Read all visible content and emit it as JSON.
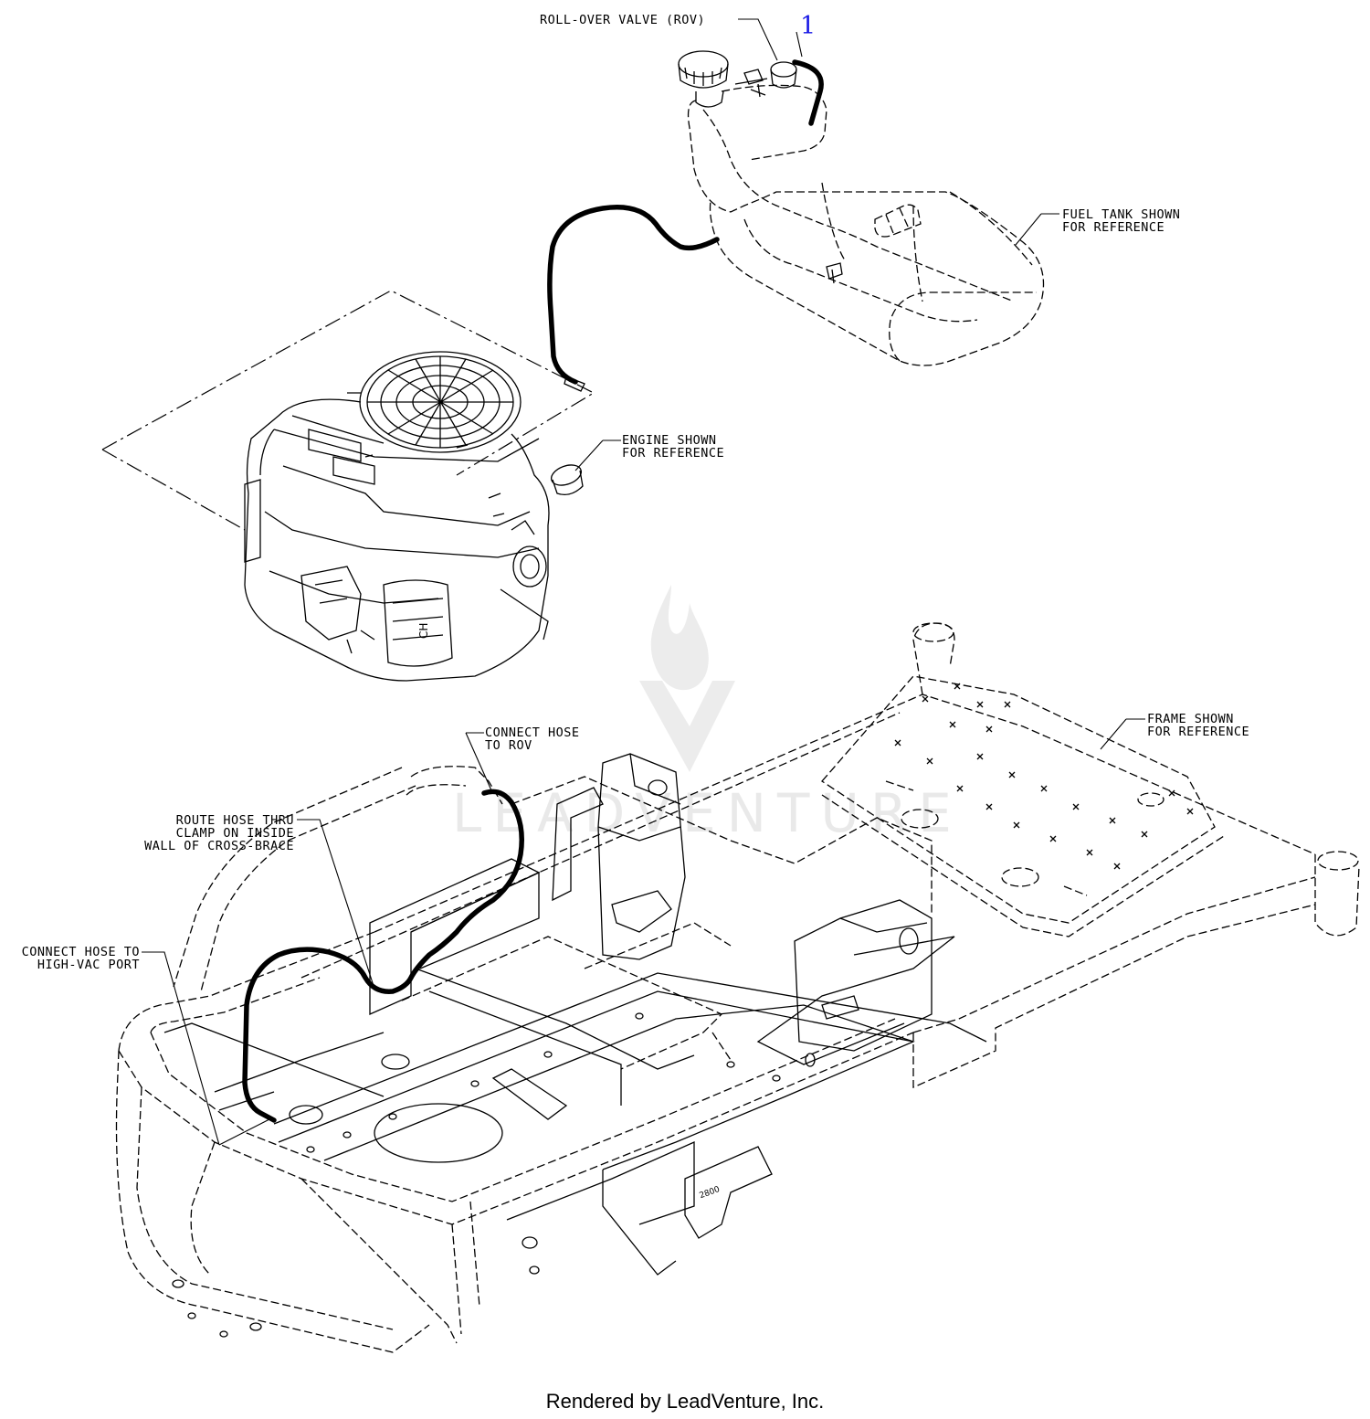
{
  "labels": {
    "rov": "ROLL-OVER VALVE (ROV)",
    "fuel_tank_1": "FUEL TANK SHOWN",
    "fuel_tank_2": "FOR REFERENCE",
    "engine_1": "ENGINE SHOWN",
    "engine_2": "FOR REFERENCE",
    "frame_1": "FRAME SHOWN",
    "frame_2": "FOR REFERENCE",
    "connect_rov_1": "CONNECT HOSE",
    "connect_rov_2": "TO ROV",
    "route_1": "ROUTE HOSE THRU",
    "route_2": "CLAMP ON INSIDE",
    "route_3": "WALL OF CROSS-BRACE",
    "highvac_1": "CONNECT HOSE TO",
    "highvac_2": "HIGH-VAC PORT"
  },
  "callouts": [
    "1"
  ],
  "footer": "Rendered by LeadVenture, Inc.",
  "watermark": "LEADVENTURE",
  "colors": {
    "callout": "#1a1ae6",
    "line": "#000000",
    "watermark": "#d8d8d8"
  }
}
